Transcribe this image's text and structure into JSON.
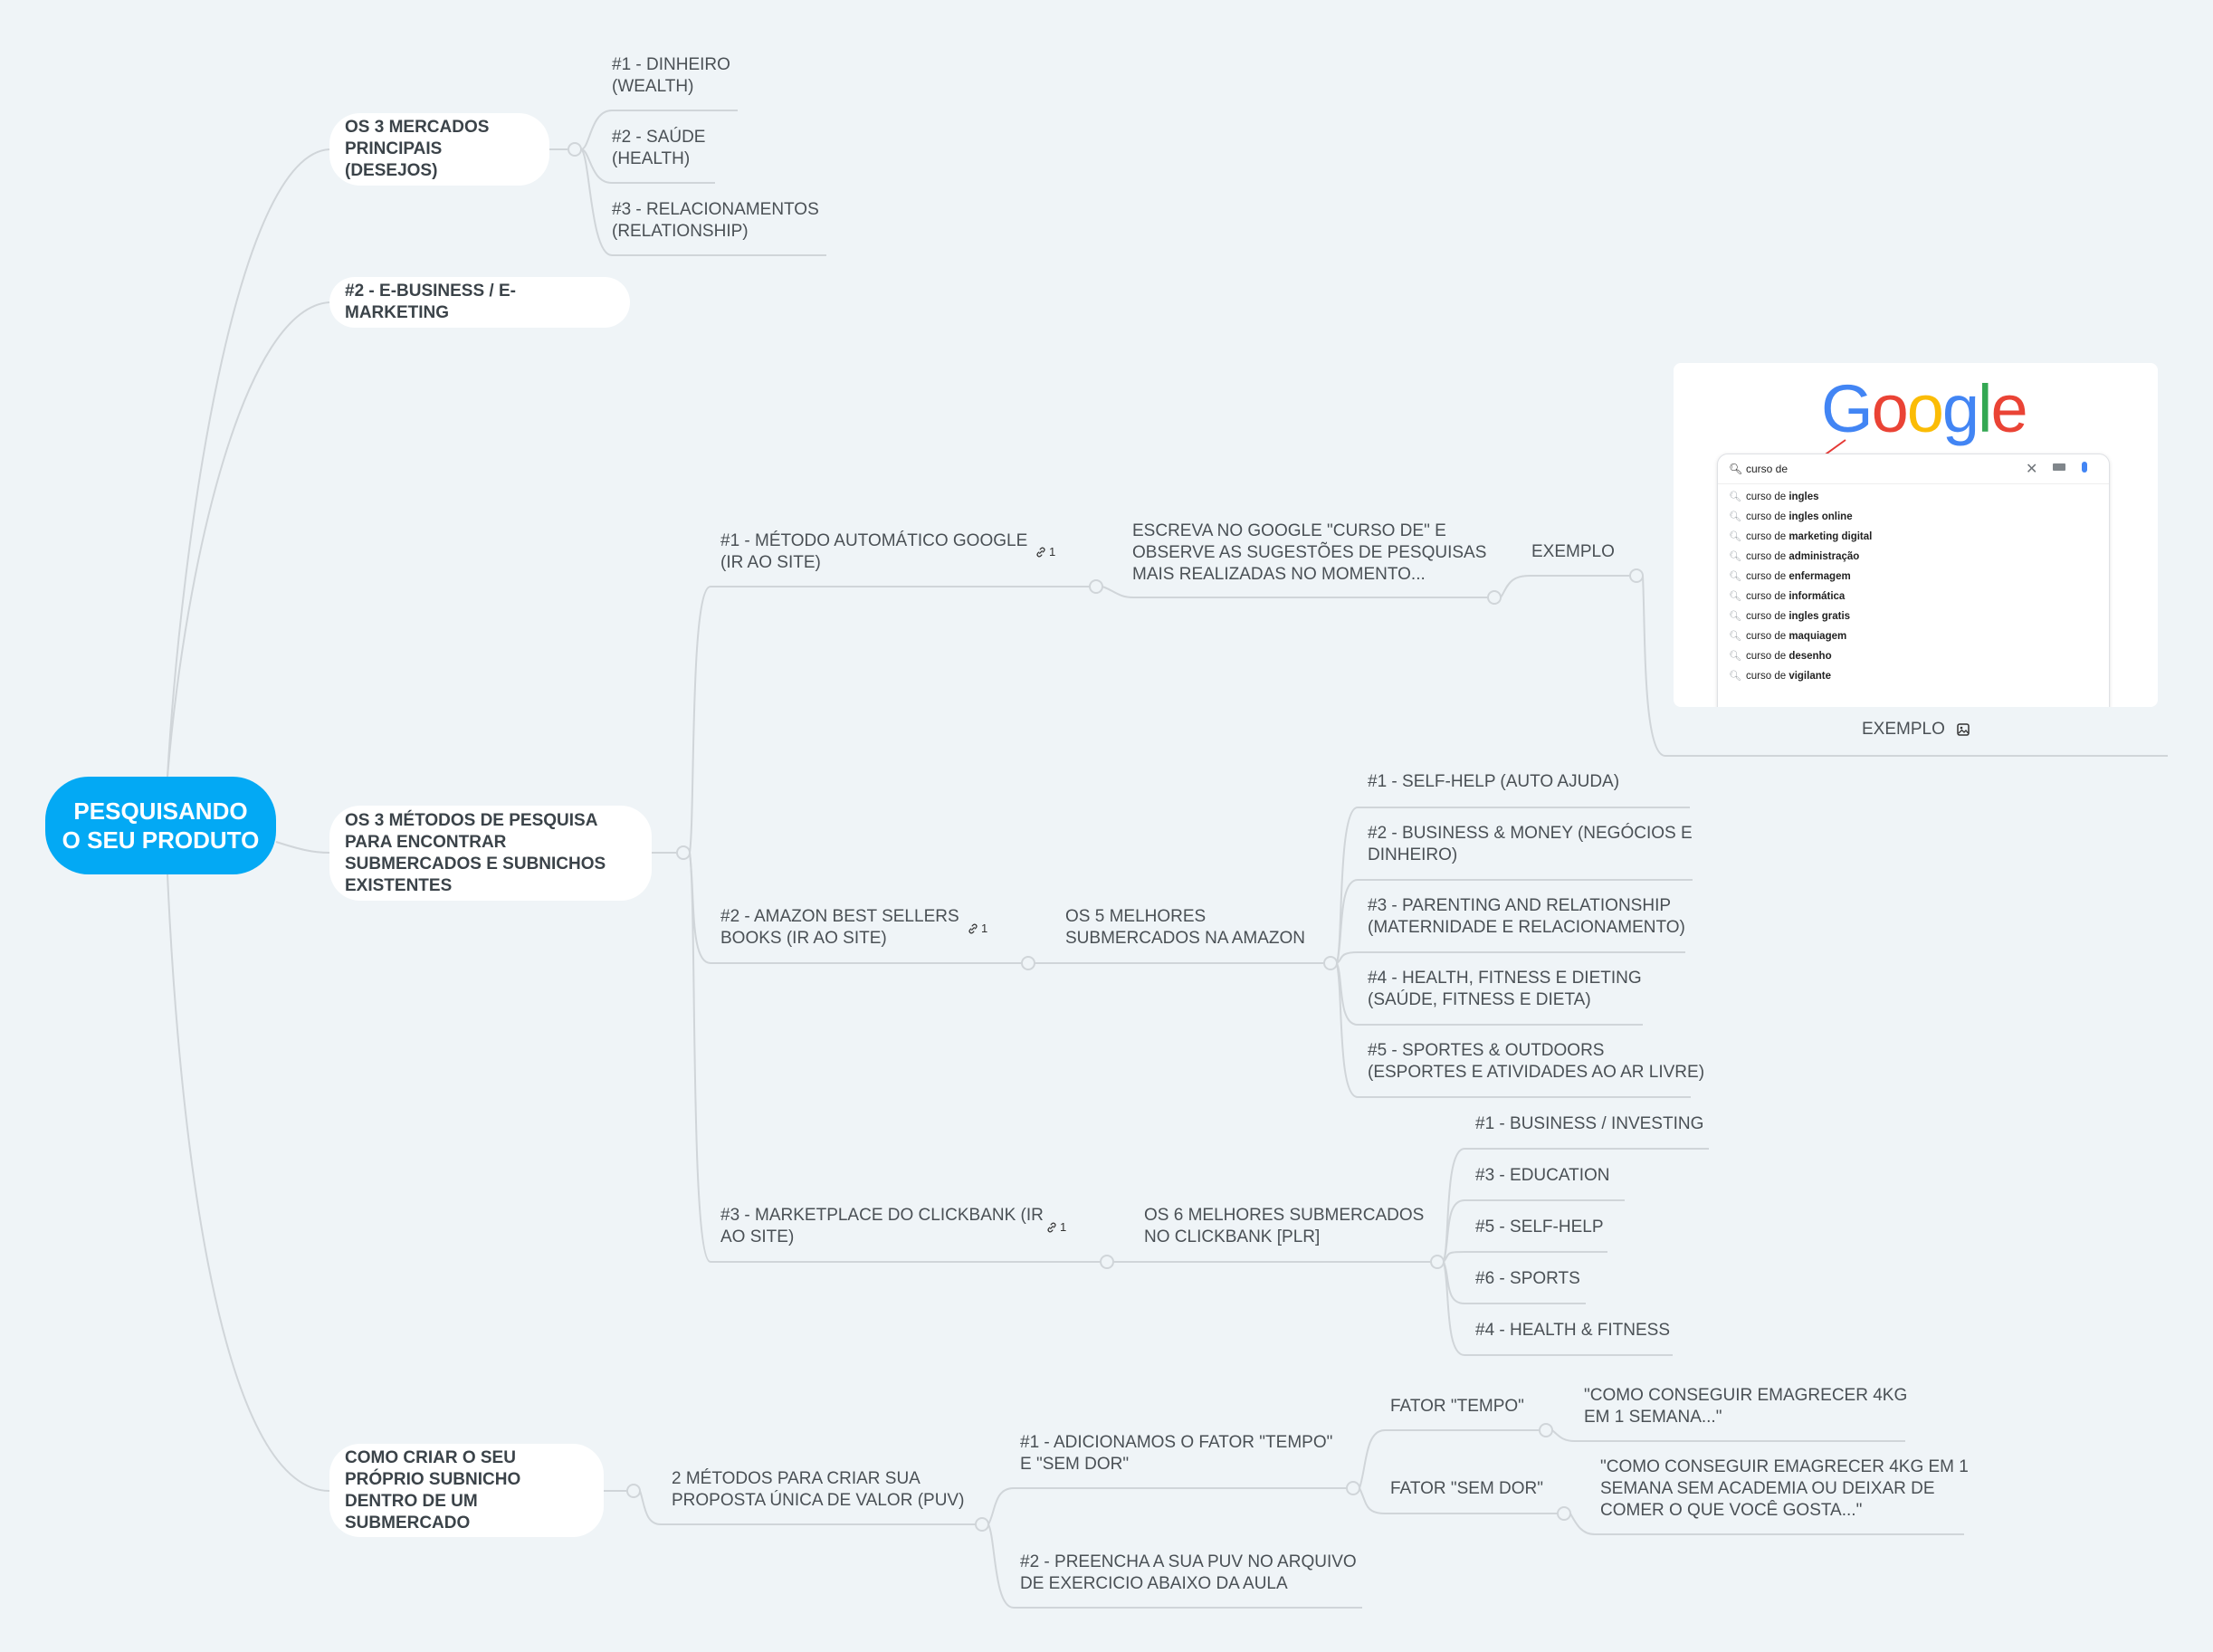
{
  "root": {
    "label": "PESQUISANDO O SEU PRODUTO",
    "color": "#03a9f4"
  },
  "branches": {
    "mercados": {
      "label": "OS 3 MERCADOS PRINCIPAIS (DESEJOS)",
      "children": [
        {
          "line1": "#1 - DINHEIRO",
          "line2": "(WEALTH)"
        },
        {
          "line1": "#2 - SAÚDE",
          "line2": "(HEALTH)"
        },
        {
          "line1": "#3 - RELACIONAMENTOS",
          "line2": "(RELATIONSHIP)"
        }
      ]
    },
    "ebusiness": {
      "label": "#2 - E-BUSINESS / E-MARKETING"
    },
    "metodos": {
      "label": "OS 3 MÉTODOS DE PESQUISA PARA ENCONTRAR SUBMERCADOS E SUBNICHOS EXISTENTES",
      "google": {
        "line1": "#1 - MÉTODO AUTOMÁTICO GOOGLE",
        "line2": "(IR AO SITE)",
        "link_count": "1",
        "instruction": {
          "line1": "ESCREVA NO GOOGLE \"CURSO DE\" E",
          "line2": "OBSERVE AS SUGESTÕES DE PESQUISAS",
          "line3": "MAIS REALIZADAS NO MOMENTO..."
        },
        "example_label": "EXEMPLO",
        "image": {
          "logo_letters": [
            "G",
            "o",
            "o",
            "g",
            "l",
            "e"
          ],
          "logo_colors": [
            "#4285f4",
            "#ea4335",
            "#fbbc05",
            "#4285f4",
            "#34a853",
            "#ea4335"
          ],
          "query": "curso de",
          "suggestions": [
            {
              "prefix": "curso de ",
              "bold": "ingles"
            },
            {
              "prefix": "curso de ",
              "bold": "ingles online"
            },
            {
              "prefix": "curso de ",
              "bold": "marketing digital"
            },
            {
              "prefix": "curso de ",
              "bold": "administração"
            },
            {
              "prefix": "curso de ",
              "bold": "enfermagem"
            },
            {
              "prefix": "curso de ",
              "bold": "informática"
            },
            {
              "prefix": "curso de ",
              "bold": "ingles gratis"
            },
            {
              "prefix": "curso de ",
              "bold": "maquiagem"
            },
            {
              "prefix": "curso de ",
              "bold": "desenho"
            },
            {
              "prefix": "curso de ",
              "bold": "vigilante"
            }
          ],
          "caption": "EXEMPLO"
        }
      },
      "amazon": {
        "line1": "#2 - AMAZON BEST SELLERS",
        "line2": "BOOKS (IR AO SITE)",
        "link_count": "1",
        "summary": {
          "line1": "OS 5 MELHORES",
          "line2": "SUBMERCADOS NA AMAZON"
        },
        "children": [
          {
            "line1": "#1 - SELF-HELP (AUTO AJUDA)",
            "line2": ""
          },
          {
            "line1": "#2 - BUSINESS & MONEY (NEGÓCIOS E",
            "line2": "DINHEIRO)"
          },
          {
            "line1": "#3 - PARENTING AND RELATIONSHIP",
            "line2": "(MATERNIDADE E RELACIONAMENTO)"
          },
          {
            "line1": "#4 - HEALTH, FITNESS E DIETING",
            "line2": "(SAÚDE, FITNESS E DIETA)"
          },
          {
            "line1": "#5 - SPORTES & OUTDOORS",
            "line2": "(ESPORTES E ATIVIDADES AO AR LIVRE)"
          }
        ]
      },
      "clickbank": {
        "line1": "#3 - MARKETPLACE DO CLICKBANK (IR",
        "line2": "AO SITE)",
        "link_count": "1",
        "summary": {
          "line1": "OS 6 MELHORES SUBMERCADOS",
          "line2": "NO CLICKBANK [PLR]"
        },
        "children": [
          "#1 - BUSINESS / INVESTING",
          "#3 - EDUCATION",
          "#5 - SELF-HELP",
          "#6 - SPORTS",
          "#4 - HEALTH & FITNESS"
        ]
      }
    },
    "subnicho": {
      "label": "COMO CRIAR O SEU PRÓPRIO SUBNICHO DENTRO DE UM SUBMERCADO",
      "puv": {
        "line1": "2 MÉTODOS PARA CRIAR SUA",
        "line2": "PROPOSTA ÚNICA DE VALOR (PUV)"
      },
      "method1": {
        "line1": "#1 - ADICIONAMOS O FATOR \"TEMPO\"",
        "line2": "E \"SEM DOR\""
      },
      "method2": {
        "line1": "#2 - PREENCHA A SUA PUV NO ARQUIVO",
        "line2": "DE EXERCICIO ABAIXO DA AULA"
      },
      "fator_tempo": {
        "label": "FATOR \"TEMPO\"",
        "example": {
          "line1": "\"COMO CONSEGUIR EMAGRECER 4KG",
          "line2": "EM 1 SEMANA...\""
        }
      },
      "fator_sem_dor": {
        "label": "FATOR \"SEM DOR\"",
        "example": {
          "line1": "\"COMO CONSEGUIR EMAGRECER 4KG EM 1",
          "line2": "SEMANA SEM ACADEMIA OU DEIXAR DE",
          "line3": "COMER O QUE VOCÊ GOSTA...\""
        }
      }
    }
  }
}
